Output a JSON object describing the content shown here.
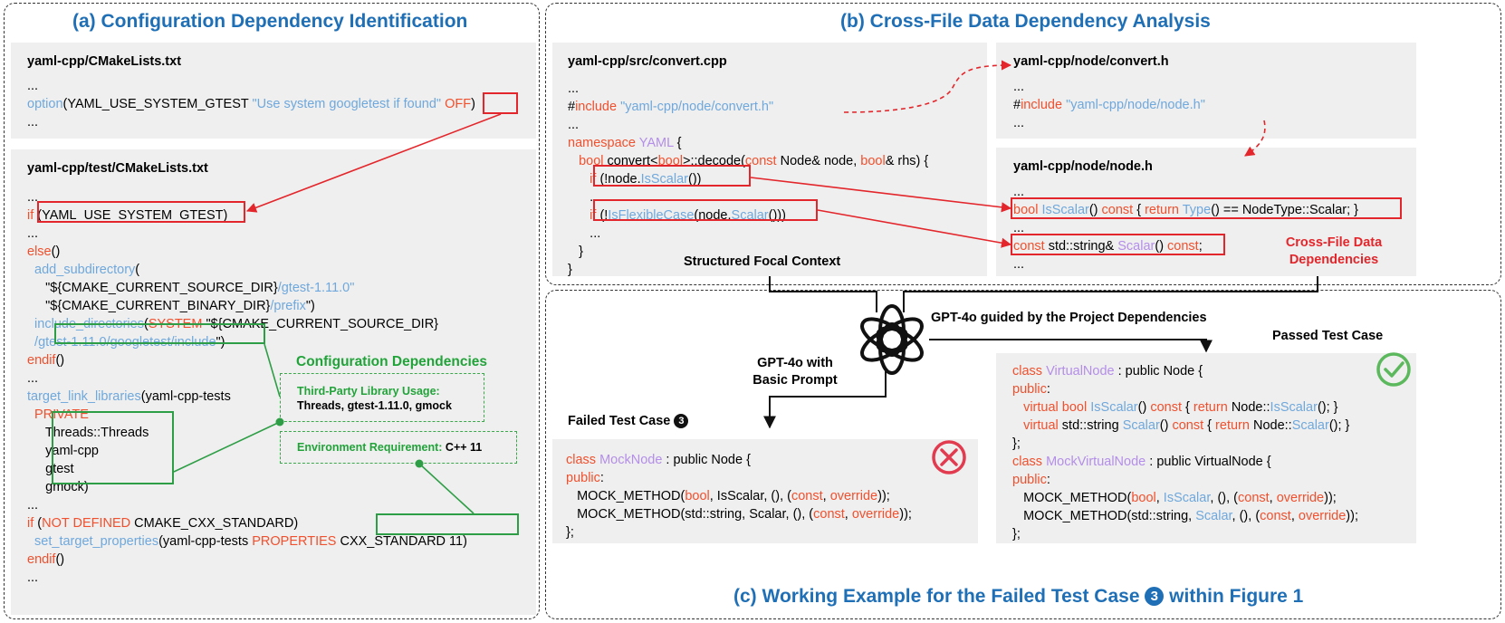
{
  "panel_a": {
    "title": "(a) Configuration Dependency Identification",
    "file1": {
      "name": "yaml-cpp/CMakeLists.txt",
      "lines": [
        [
          [
            "...",
            "t"
          ]
        ],
        [
          [
            "option",
            "b"
          ],
          [
            "(YAML_USE_SYSTEM_GTEST ",
            "t"
          ],
          [
            "\"Use system googletest if found\" ",
            "b"
          ],
          [
            "OFF",
            "k"
          ],
          [
            ")",
            "t"
          ]
        ],
        [
          [
            "...",
            "t"
          ]
        ]
      ]
    },
    "file2": {
      "name": "yaml-cpp/test/CMakeLists.txt",
      "lines": [
        [
          [
            "...",
            "t"
          ]
        ],
        [
          [
            "if ",
            "k"
          ],
          [
            "(YAML_USE_SYSTEM_GTEST)",
            "t"
          ]
        ],
        [
          [
            "...",
            "t"
          ]
        ],
        [
          [
            "else",
            "k"
          ],
          [
            "()",
            "t"
          ]
        ],
        [
          [
            "  add_subdirectory",
            "b"
          ],
          [
            "(",
            "t"
          ]
        ],
        [
          [
            "     \"${CMAKE_CURRENT_SOURCE_DIR}",
            "t"
          ],
          [
            "/gtest-1.11.0\"",
            "b"
          ]
        ],
        [
          [
            "     \"${CMAKE_CURRENT_BINARY_DIR}",
            "t"
          ],
          [
            "/prefix",
            "b"
          ],
          [
            "\")",
            "t"
          ]
        ],
        [
          [
            "  include_directories",
            "b"
          ],
          [
            "(",
            "t"
          ],
          [
            "SYSTEM ",
            "k"
          ],
          [
            "\"${CMAKE_CURRENT_SOURCE_DIR}",
            "t"
          ]
        ],
        [
          [
            "  /gtest-1.11.0/googletest/include",
            "b"
          ],
          [
            "\")",
            "t"
          ]
        ],
        [
          [
            "endif",
            "k"
          ],
          [
            "()",
            "t"
          ]
        ],
        [
          [
            "...",
            "t"
          ]
        ],
        [
          [
            "target_link_libraries",
            "b"
          ],
          [
            "(yaml-cpp-tests",
            "t"
          ]
        ],
        [
          [
            "  PRIVATE",
            "k"
          ]
        ],
        [
          [
            "     Threads::Threads",
            "t"
          ]
        ],
        [
          [
            "     yaml-cpp",
            "t"
          ]
        ],
        [
          [
            "     gtest",
            "t"
          ]
        ],
        [
          [
            "     gmock)",
            "t"
          ]
        ],
        [
          [
            "...",
            "t"
          ]
        ],
        [
          [
            "if ",
            "k"
          ],
          [
            "(",
            "t"
          ],
          [
            "NOT DEFINED ",
            "k"
          ],
          [
            "CMAKE_CXX_STANDARD)",
            "t"
          ]
        ],
        [
          [
            "  set_target_properties",
            "b"
          ],
          [
            "(yaml-cpp-tests ",
            "t"
          ],
          [
            "PROPERTIES ",
            "k"
          ],
          [
            "CXX_STANDARD 11)",
            "t"
          ]
        ],
        [
          [
            "endif",
            "k"
          ],
          [
            "()",
            "t"
          ]
        ],
        [
          [
            "...",
            "t"
          ]
        ]
      ]
    },
    "config_title": "Configuration Dependencies",
    "third_party_label": "Third-Party Library Usage:",
    "third_party_value": "Threads, gtest-1.11.0, gmock",
    "env_label": "Environment Requirement:",
    "env_value": "C++ 11"
  },
  "panel_b": {
    "title": "(b) Cross-File Data Dependency Analysis",
    "file1": {
      "name": "yaml-cpp/src/convert.cpp",
      "lines": [
        [
          [
            "...",
            "t"
          ]
        ],
        [
          [
            "#",
            "t"
          ],
          [
            "include ",
            "k"
          ],
          [
            "\"yaml-cpp/node/convert.h\"",
            "b"
          ]
        ],
        [
          [
            "...",
            "t"
          ]
        ],
        [
          [
            "namespace ",
            "k"
          ],
          [
            "YAML ",
            "p"
          ],
          [
            "{",
            "t"
          ]
        ],
        [
          [
            "   bool ",
            "k"
          ],
          [
            "convert<",
            "t"
          ],
          [
            "bool",
            "k"
          ],
          [
            ">::decode(",
            "t"
          ],
          [
            "const ",
            "k"
          ],
          [
            "Node& node, ",
            "t"
          ],
          [
            "bool",
            "k"
          ],
          [
            "& rhs) {",
            "t"
          ]
        ],
        [
          [
            "      if ",
            "k"
          ],
          [
            "(!node.",
            "t"
          ],
          [
            "IsScalar",
            "b"
          ],
          [
            "())",
            "t"
          ]
        ],
        [
          [
            "      ...",
            "t"
          ]
        ],
        [
          [
            "      if ",
            "k"
          ],
          [
            "(!",
            "t"
          ],
          [
            "IsFlexibleCase",
            "b"
          ],
          [
            "(node.",
            "t"
          ],
          [
            "Scalar",
            "b"
          ],
          [
            "()))",
            "t"
          ]
        ],
        [
          [
            "      ...",
            "t"
          ]
        ],
        [
          [
            "   }",
            "t"
          ]
        ],
        [
          [
            "}",
            "t"
          ]
        ]
      ]
    },
    "focal_label": "Structured Focal Context",
    "file2": {
      "name": "yaml-cpp/node/convert.h",
      "lines": [
        [
          [
            "...",
            "t"
          ]
        ],
        [
          [
            "#",
            "t"
          ],
          [
            "include ",
            "k"
          ],
          [
            "\"yaml-cpp/node/node.h\"",
            "b"
          ]
        ],
        [
          [
            "...",
            "t"
          ]
        ]
      ]
    },
    "file3": {
      "name": "yaml-cpp/node/node.h",
      "lines": [
        [
          [
            "...",
            "t"
          ]
        ],
        [
          [
            "bool ",
            "k"
          ],
          [
            "IsScalar",
            "b"
          ],
          [
            "() ",
            "t"
          ],
          [
            "const ",
            "k"
          ],
          [
            "{ ",
            "t"
          ],
          [
            "return ",
            "k"
          ],
          [
            "Type",
            "b"
          ],
          [
            "() == NodeType::Scalar; }",
            "t"
          ]
        ],
        [
          [
            "...",
            "t"
          ]
        ],
        [
          [
            "const ",
            "k"
          ],
          [
            "std::string& ",
            "t"
          ],
          [
            "Scalar",
            "p"
          ],
          [
            "() ",
            "t"
          ],
          [
            "const",
            "k"
          ],
          [
            ";",
            "t"
          ]
        ],
        [
          [
            "...",
            "t"
          ]
        ]
      ]
    },
    "cross_label": "Cross-File Data Dependencies"
  },
  "panel_c": {
    "title_prefix": "(c) Working Example for the Failed Test Case ",
    "title_num": "3",
    "title_suffix": " within Figure 1",
    "guided_label": "GPT-4o guided by the Project Dependencies",
    "basic_label_1": "GPT-4o with",
    "basic_label_2": "Basic Prompt",
    "failed_label": "Failed Test Case ",
    "failed_num": "3",
    "passed_label": "Passed Test Case",
    "failed_code": [
      [
        [
          "class ",
          "k"
        ],
        [
          "MockNode ",
          "p"
        ],
        [
          ": public Node {",
          "t"
        ]
      ],
      [
        [
          "public",
          "k"
        ],
        [
          ":",
          "t"
        ]
      ],
      [
        [
          "   MOCK_METHOD(",
          "t"
        ],
        [
          "bool",
          "k"
        ],
        [
          ", IsScalar, (), (",
          "t"
        ],
        [
          "const",
          "k"
        ],
        [
          ", ",
          "t"
        ],
        [
          "override",
          "k"
        ],
        [
          "));",
          "t"
        ]
      ],
      [
        [
          "   MOCK_METHOD(std::string, Scalar, (), (",
          "t"
        ],
        [
          "const",
          "k"
        ],
        [
          ", ",
          "t"
        ],
        [
          "override",
          "k"
        ],
        [
          "));",
          "t"
        ]
      ],
      [
        [
          "};",
          "t"
        ]
      ]
    ],
    "passed_code": [
      [
        [
          "class ",
          "k"
        ],
        [
          "VirtualNode ",
          "p"
        ],
        [
          ": public Node {",
          "t"
        ]
      ],
      [
        [
          "public",
          "k"
        ],
        [
          ":",
          "t"
        ]
      ],
      [
        [
          "   virtual bool ",
          "k"
        ],
        [
          "IsScalar",
          "b"
        ],
        [
          "() ",
          "t"
        ],
        [
          "const ",
          "k"
        ],
        [
          "{ ",
          "t"
        ],
        [
          "return ",
          "k"
        ],
        [
          "Node::",
          "t"
        ],
        [
          "IsScalar",
          "b"
        ],
        [
          "(); }",
          "t"
        ]
      ],
      [
        [
          "   virtual ",
          "k"
        ],
        [
          "std::string ",
          "t"
        ],
        [
          "Scalar",
          "b"
        ],
        [
          "() ",
          "t"
        ],
        [
          "const ",
          "k"
        ],
        [
          "{ ",
          "t"
        ],
        [
          "return ",
          "k"
        ],
        [
          "Node::",
          "t"
        ],
        [
          "Scalar",
          "b"
        ],
        [
          "(); }",
          "t"
        ]
      ],
      [
        [
          "};",
          "t"
        ]
      ],
      [
        [
          "class ",
          "k"
        ],
        [
          "MockVirtualNode ",
          "p"
        ],
        [
          ": public VirtualNode {",
          "t"
        ]
      ],
      [
        [
          "public",
          "k"
        ],
        [
          ":",
          "t"
        ]
      ],
      [
        [
          "   MOCK_METHOD(",
          "t"
        ],
        [
          "bool",
          "k"
        ],
        [
          ", ",
          "t"
        ],
        [
          "IsScalar",
          "b"
        ],
        [
          ", (), (",
          "t"
        ],
        [
          "const",
          "k"
        ],
        [
          ", ",
          "t"
        ],
        [
          "override",
          "k"
        ],
        [
          "));",
          "t"
        ]
      ],
      [
        [
          "   MOCK_METHOD(std::string, ",
          "t"
        ],
        [
          "Scalar",
          "b"
        ],
        [
          ", (), (",
          "t"
        ],
        [
          "const",
          "k"
        ],
        [
          ", ",
          "t"
        ],
        [
          "override",
          "k"
        ],
        [
          "));",
          "t"
        ]
      ],
      [
        [
          "};",
          "t"
        ]
      ]
    ]
  }
}
